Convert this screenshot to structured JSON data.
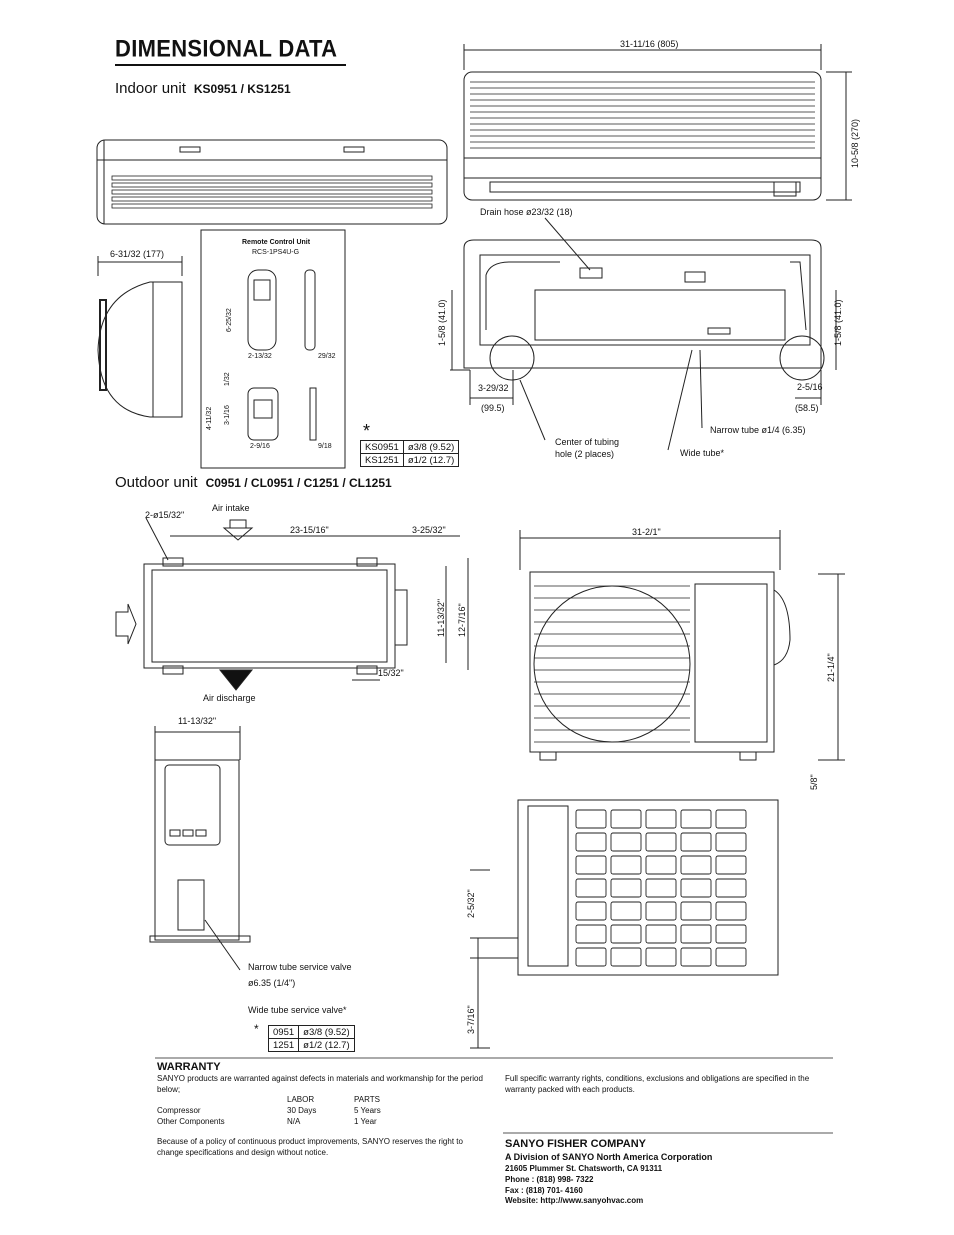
{
  "header": {
    "title": "DIMENSIONAL DATA"
  },
  "indoor": {
    "label": "Indoor unit",
    "models": "KS0951 / KS1251",
    "dims": {
      "width": "31-11/16 (805)",
      "height": "10-5/8 (270)",
      "depth": "6-31/32 (177)",
      "left_pipe": "1-5/8 (41.0)",
      "right_pipe": "1-5/8 (41.0)",
      "left_hole": "3-29/32",
      "left_hole_mm": "(99.5)",
      "right_hole": "2-5/16",
      "right_hole_mm": "(58.5)"
    },
    "labels": {
      "drain_hose": "Drain hose ø23/32 (18)",
      "center_tubing": "Center of tubing",
      "hole_places": "hole (2 places)",
      "narrow_tube": "Narrow tube ø1/4 (6.35)",
      "wide_tube": "Wide tube",
      "asterisk": "*"
    },
    "remote": {
      "title": "Remote Control Unit",
      "model": "RCS-1PS4U-G",
      "d1": "6-25/32",
      "d2": "2-13/32",
      "d3": "29/32",
      "d4": "4-11/32",
      "d5": "1/32",
      "d6": "3-1/16",
      "d7": "2-9/16",
      "d8": "9/18"
    },
    "tube_table": [
      {
        "model": "KS0951",
        "size": "ø3/8 (9.52)"
      },
      {
        "model": "KS1251",
        "size": "ø1/2 (12.7)"
      }
    ]
  },
  "outdoor": {
    "label": "Outdoor unit",
    "models": "C0951 / CL0951 / C1251 / CL1251",
    "labels": {
      "air_intake": "Air intake",
      "air_discharge": "Air discharge",
      "hole_dia": "2-ø15/32\"",
      "narrow_valve": "Narrow tube service valve",
      "narrow_valve_size": "ø6.35  (1/4\")",
      "wide_valve": "Wide tube service valve",
      "asterisk": "*"
    },
    "dims": {
      "top_span": "23-15/16\"",
      "top_right": "3-25/32\"",
      "depth_inner": "11-13/32\"",
      "depth_outer": "12-7/16\"",
      "foot": "15/32\"",
      "side_width": "11-13/32\"",
      "front_width": "31-2/1\"",
      "front_height": "21-1/4\"",
      "front_base": "5/8\"",
      "rear_v1": "2-5/32\"",
      "rear_v2": "3-7/16\""
    },
    "valve_table": [
      {
        "model": "0951",
        "size": "ø3/8 (9.52)"
      },
      {
        "model": "1251",
        "size": "ø1/2 (12.7)"
      }
    ]
  },
  "warranty": {
    "heading": "WARRANTY",
    "intro": "SANYO products are warranted against defects in materials and workmanship for the period below;",
    "col_labor": "LABOR",
    "col_parts": "PARTS",
    "rows": [
      {
        "item": "Compressor",
        "labor": "30 Days",
        "parts": "5 Years"
      },
      {
        "item": "Other Components",
        "labor": "N/A",
        "parts": "1 Year"
      }
    ],
    "right_text": "Full specific warranty rights, conditions, exclusions and obligations are specified in the warranty packed with each products.",
    "policy": "Because of a policy of continuous product improvements, SANYO reserves the right to change specifications and design without notice."
  },
  "company": {
    "name": "SANYO FISHER COMPANY",
    "division": "A Division of SANYO North America Corporation",
    "address": "21605 Plummer St. Chatsworth, CA 91311",
    "phone": "Phone    : (818) 998- 7322",
    "fax": "Fax        : (818) 701- 4160",
    "website": "Website: http://www.sanyohvac.com"
  }
}
